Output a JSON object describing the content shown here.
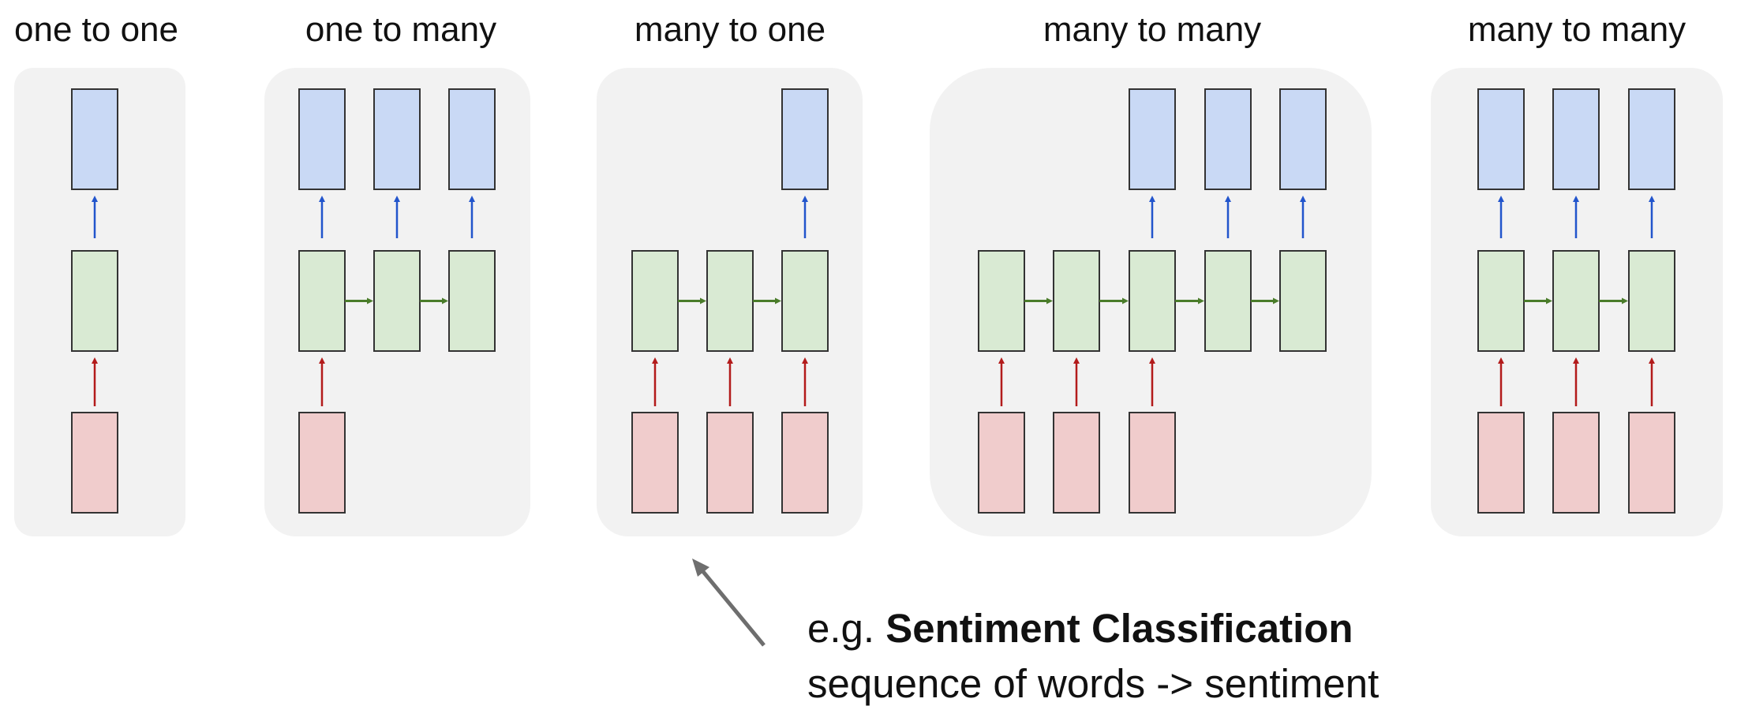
{
  "colors": {
    "panel_bg": "#f2f2f2",
    "output_fill": "#c9d9f5",
    "hidden_fill": "#d9ead3",
    "input_fill": "#f0cccc",
    "box_stroke": "#333333",
    "output_arrow": "#2255cc",
    "recurrent_arrow": "#4a7c2a",
    "input_arrow": "#b31b1b",
    "pointer_arrow": "#6e6e6e"
  },
  "panels": [
    {
      "title": "one to one"
    },
    {
      "title": "one to many"
    },
    {
      "title": "many to one"
    },
    {
      "title": "many to many"
    },
    {
      "title": "many to many"
    }
  ],
  "caption": {
    "prefix": "e.g. ",
    "bold": "Sentiment Classification",
    "line2": "sequence of words -> sentiment"
  }
}
